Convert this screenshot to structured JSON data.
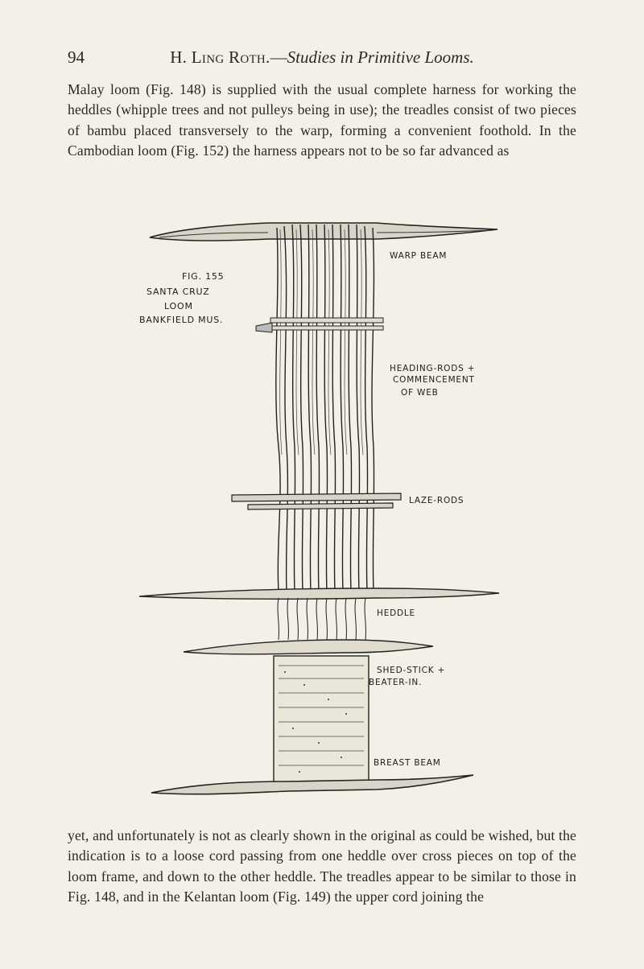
{
  "header": {
    "page_number": "94",
    "author": "H. Ling Roth.",
    "separator": "—",
    "title": "Studies in Primitive Looms."
  },
  "paragraph_top": "Malay loom (Fig. 148) is supplied with the usual complete harness for working the heddles (whipple trees and not pulleys being in use); the treadles consist of two pieces of bambu placed transversely to the warp, forming a convenient foothold. In the Cambodian loom (Fig. 152) the harness appears not to be so far advanced as",
  "figure": {
    "caption_fig": "FIG. 155",
    "caption_name": "SANTA CRUZ",
    "caption_type": "LOOM",
    "caption_museum": "BANKFIELD MUS.",
    "label_warp_beam": "WARP BEAM",
    "label_heading_1": "HEADING-RODS +",
    "label_heading_2": "COMMENCEMENT",
    "label_heading_3": "OF WEB",
    "label_laze": "LAZE-RODS",
    "label_heddle": "HEDDLE",
    "label_shed_1": "SHED-STICK +",
    "label_shed_2": "BEATER-IN.",
    "label_breast": "BREAST BEAM"
  },
  "paragraph_bottom": "yet, and unfortunately is not as clearly shown in the original as could be wished, but the indication is to a loose cord passing from one heddle over cross pieces on top of the loom frame, and down to the other heddle. The treadles appear to be similar to those in Fig. 148, and in the Kelantan loom (Fig. 149) the upper cord joining the"
}
